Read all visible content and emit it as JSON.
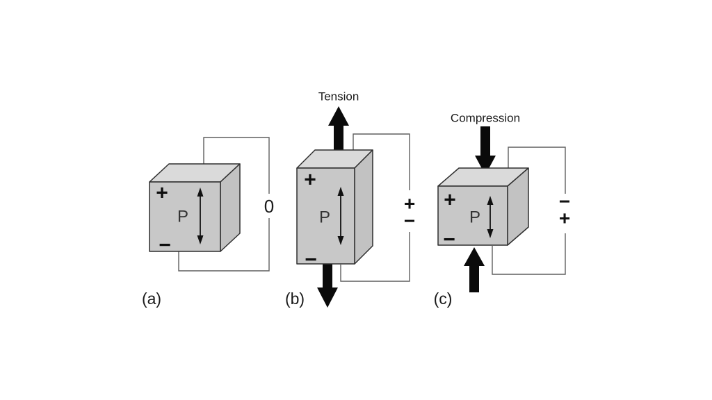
{
  "figure": {
    "colors": {
      "background": "#ffffff",
      "face_top": "#dadada",
      "face_front": "#c8c8c8",
      "face_side": "#c2c2c2",
      "outline": "#2e2e2e",
      "wire": "#5f5f5f",
      "arrow": "#0a0a0a"
    },
    "panels": [
      {
        "id": "a",
        "label": "(a)",
        "crystal": {
          "top_charge": "+",
          "bottom_charge": "−",
          "polarization": "P"
        },
        "meter": {
          "reading": "0"
        }
      },
      {
        "id": "b",
        "label": "(b)",
        "force_label": "Tension",
        "crystal": {
          "top_charge": "+",
          "bottom_charge": "−",
          "polarization": "P"
        },
        "meter": {
          "top": "+",
          "bottom": "−"
        }
      },
      {
        "id": "c",
        "label": "(c)",
        "force_label": "Compression",
        "crystal": {
          "top_charge": "+",
          "bottom_charge": "−",
          "polarization": "P"
        },
        "meter": {
          "top": "−",
          "bottom": "+"
        }
      }
    ]
  }
}
